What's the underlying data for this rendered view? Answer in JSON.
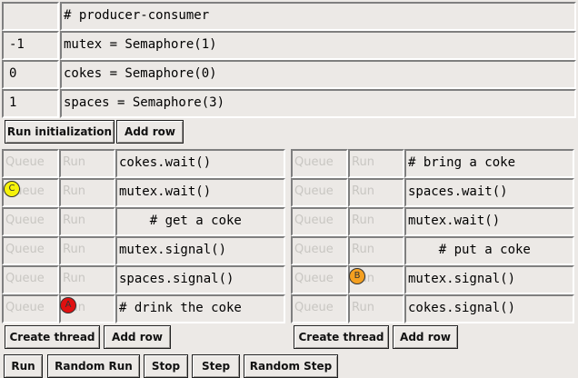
{
  "init": {
    "rows": [
      {
        "value": "",
        "code": "# producer-consumer"
      },
      {
        "value": "-1",
        "code": "mutex = Semaphore(1)"
      },
      {
        "value": "0",
        "code": "cokes = Semaphore(0)"
      },
      {
        "value": "1",
        "code": "spaces = Semaphore(3)"
      }
    ],
    "run_initialization_label": "Run initialization",
    "add_row_label": "Add row"
  },
  "threads": [
    {
      "queue_label": "Queue",
      "run_label": "Run",
      "lines": [
        "cokes.wait()",
        "mutex.wait()",
        "    # get a coke",
        "mutex.signal()",
        "spaces.signal()",
        "# drink the coke"
      ],
      "create_thread_label": "Create thread",
      "add_row_label": "Add row"
    },
    {
      "queue_label": "Queue",
      "run_label": "Run",
      "lines": [
        "# bring a coke",
        "spaces.wait()",
        "mutex.wait()",
        "    # put a coke",
        "mutex.signal()",
        "cokes.signal()"
      ],
      "create_thread_label": "Create thread",
      "add_row_label": "Add row"
    }
  ],
  "markers": {
    "c": {
      "label": "C",
      "color": "#f5f20a"
    },
    "a": {
      "label": "A",
      "color": "#e01010"
    },
    "b": {
      "label": "B",
      "color": "#f5a020"
    }
  },
  "controls": {
    "run": "Run",
    "random_run": "Random Run",
    "stop": "Stop",
    "step": "Step",
    "random_step": "Random Step"
  }
}
